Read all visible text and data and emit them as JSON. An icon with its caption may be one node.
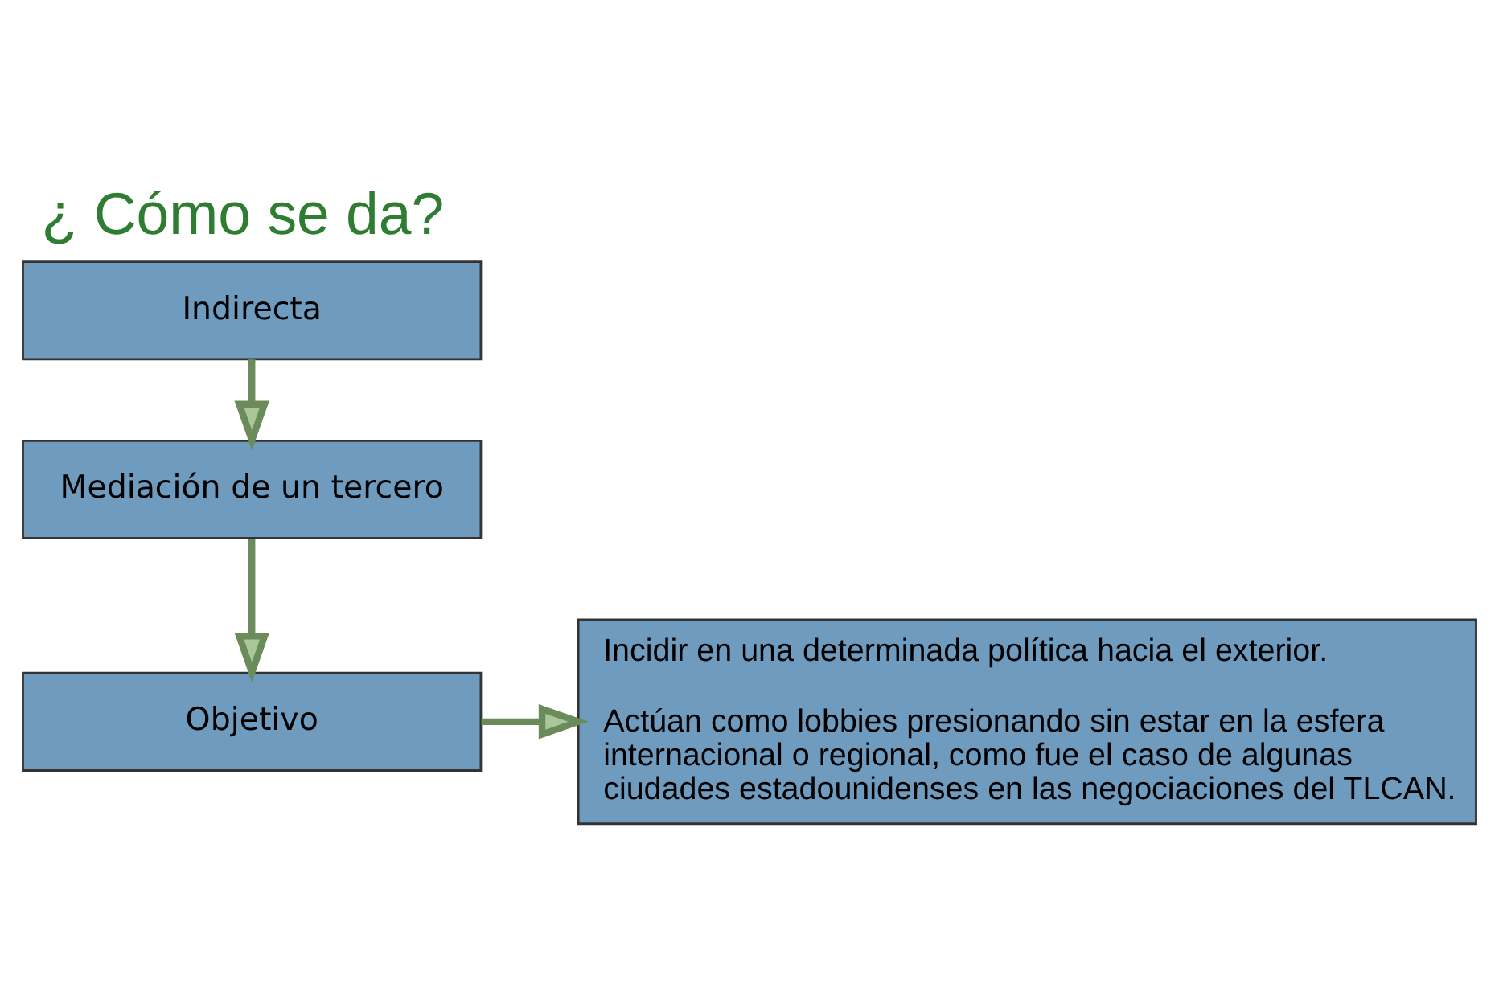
{
  "diagram": {
    "title": "¿ Cómo se da?",
    "nodes": [
      {
        "text": [
          "Indirecta"
        ]
      },
      {
        "text": [
          "Mediación de un tercero"
        ]
      },
      {
        "text": [
          "Objetivo"
        ]
      },
      {
        "text": [
          "Incidir en una determinada política hacia el exterior.",
          "Actúan como lobbies presionando sin estar en la esfera internacional o regional, como fue el caso de algunas ciudades estadounidenses en las negociaciones del TLCAN."
        ]
      }
    ],
    "edges": [
      {
        "from": 0,
        "to": 1,
        "arrow": "to"
      },
      {
        "from": 1,
        "to": 2,
        "arrow": "to"
      },
      {
        "from": 2,
        "to": 3,
        "arrow": "to"
      }
    ]
  }
}
